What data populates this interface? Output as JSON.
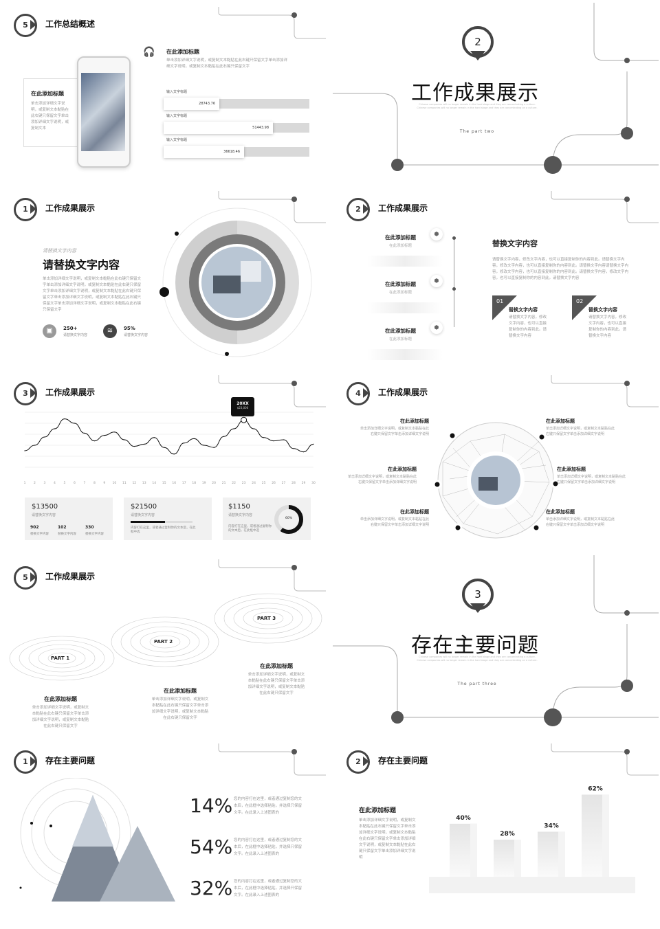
{
  "slide1": {
    "badge": "5",
    "title": "工作总结概述",
    "card_heading": "在此添加标题",
    "card_text": "单击添加详细文字说明，或复制文本黏贴在此右键只保留文字单击添加详细文字说明，或复制文本",
    "right_heading": "在此添加标题",
    "right_text": "单击添加详细文字说明，或复制文本黏贴在此右键只保留文字单击添加详细文字说明，或复制文本黏贴在此右键只保留文字",
    "bars": [
      {
        "label": "输入文字标题",
        "value": "28743.76",
        "fraction": 0.38
      },
      {
        "label": "输入文字标题",
        "value": "51443.98",
        "fraction": 0.75
      },
      {
        "label": "输入文字标题",
        "value": "36618.46",
        "fraction": 0.55
      }
    ]
  },
  "slide2": {
    "num": "2",
    "title": "工作成果展示",
    "sub": "Chinese companies will no longer remain in the hard stage and they are concentrating a culture. Chinese companies will no longer remain in the hard stage and they are concentrating on a culture.",
    "part": "The part two"
  },
  "slide3": {
    "badge": "1",
    "title": "工作成果展示",
    "italic": "请替换文字内容",
    "heading": "请替换文字内容",
    "text": "单击添加详细文字说明，或复制文本黏贴在此右键只保留文字单击添加详细文字说明，或复制文本黏贴在此右键只保留文字单击添加详细文字说明，或复制文本黏贴在此右键只保留文字单击添加详细文字说明，或复制文本黏贴在此右键只保留文字单击添加详细文字说明，或复制文本黏贴在此右键只保留文字",
    "stat1_value": "250+",
    "stat1_label": "请替换文字内容",
    "stat2_value": "95%",
    "stat2_label": "请替换文字内容"
  },
  "slide4": {
    "badge": "2",
    "title": "工作成果展示",
    "items": [
      {
        "heading": "在此添加标题",
        "sub": "在此添加标题"
      },
      {
        "heading": "在此添加标题",
        "sub": "在此添加标题"
      },
      {
        "heading": "在此添加标题",
        "sub": "在此添加标题"
      }
    ],
    "right_heading": "替换文字内容",
    "right_text": "请替换文字内容，修改文字内容，也可以直接复制你的内容到此。请替换文字内容，修改文字内容，也可以直接复制你的内容到此。请替换文字内容请替换文字内容，修改文字内容，也可以直接复制你的内容到此。请替换文字内容，修改文字内容，也可以直接复制你的内容到此。请替换文字内容",
    "boxes": [
      {
        "num": "01",
        "heading": "替换文字内容",
        "text": "请替换文字内容，修改文字内容，也可以直接复制你的内容到此。请替换文字内容"
      },
      {
        "num": "02",
        "heading": "替换文字内容",
        "text": "请替换文字内容，修改文字内容，也可以直接复制你的内容到此。请替换文字内容"
      }
    ]
  },
  "slide5": {
    "badge": "3",
    "title": "工作成果展示",
    "tooltip_title": "20XX",
    "tooltip_value": "$23,000",
    "xticks": [
      "1",
      "2",
      "3",
      "4",
      "5",
      "6",
      "7",
      "8",
      "9",
      "10",
      "11",
      "12",
      "13",
      "14",
      "15",
      "16",
      "17",
      "18",
      "19",
      "20",
      "21",
      "22",
      "23",
      "24",
      "25",
      "26",
      "27",
      "28",
      "29",
      "30"
    ],
    "cards": [
      {
        "value": "$13500",
        "label": "请替换文字内容",
        "stats": [
          {
            "v": "902",
            "l": "替换文字内容"
          },
          {
            "v": "102",
            "l": "替换文字内容"
          },
          {
            "v": "330",
            "l": "替换文字内容"
          }
        ]
      },
      {
        "value": "$21500",
        "label": "请替换文字内容",
        "progress": 0.55,
        "text": "内容打在这里，或者通过复制你的文本后，在此框中选"
      },
      {
        "value": "$1150",
        "label": "请替换文字内容",
        "text": "内容打在这里，或者通过复制你的文本后，在此框中选",
        "donut_label": "60%",
        "donut": 0.6
      }
    ]
  },
  "slide6": {
    "badge": "4",
    "title": "工作成果展示",
    "heading": "在此添加标题",
    "text": "单击添加详细文字说明，或复制文本黏贴在此右键只保留文字单击添加详细文字说明"
  },
  "slide7": {
    "badge": "5",
    "title": "工作成果展示",
    "parts": [
      "PART 1",
      "PART 2",
      "PART 3"
    ],
    "heading": "在此添加标题",
    "text": "单击添加详细文字说明，或复制文本黏贴在此右键只保留文字单击添加详细文字说明，或复制文本黏贴在此右键只保留文字"
  },
  "slide8": {
    "num": "3",
    "title": "存在主要问题",
    "sub": "Chinese companies will no longer remain in the hard stage and they are concentrating a culture. Chinese companies will no longer remain in the hard stage and they are concentrating on a culture.",
    "part": "The part three"
  },
  "slide9": {
    "badge": "1",
    "title": "存在主要问题",
    "rows": [
      {
        "pct": "14%",
        "text": "您的内容打在这里，或者通过复制您的文本后，在此框中选择粘贴，并选择只保留文字。在此录入上述图表的"
      },
      {
        "pct": "54%",
        "text": "您的内容打在这里，或者通过复制您的文本后，在此框中选择粘贴，并选择只保留文字。在此录入上述图表的"
      },
      {
        "pct": "32%",
        "text": "您的内容打在这里，或者通过复制您的文本后，在此框中选择粘贴，并选择只保留文字。在此录入上述图表的"
      }
    ]
  },
  "slide10": {
    "badge": "2",
    "title": "存在主要问题",
    "heading": "在此添加标题",
    "text": "单击添加详细文字说明，或复制文本黏贴在此右键只保留文字单击添加详细文字说明，或复制文本黏贴在此右键只保留文字单击添加详细文字说明，或复制文本黏贴在此右键只保留文字单击添加详细文字说明"
  },
  "chart_data": [
    {
      "type": "line",
      "x": [
        1,
        2,
        3,
        4,
        5,
        6,
        7,
        8,
        9,
        10,
        11,
        12,
        13,
        14,
        15,
        16,
        17,
        18,
        19,
        20,
        21,
        22,
        23,
        24,
        25,
        26,
        27,
        28,
        29,
        30
      ],
      "values": [
        30,
        40,
        55,
        70,
        88,
        80,
        62,
        48,
        58,
        64,
        50,
        38,
        42,
        54,
        36,
        24,
        44,
        52,
        40,
        36,
        56,
        70,
        86,
        70,
        54,
        48,
        50,
        34,
        28,
        42
      ],
      "annotation": {
        "x": 23,
        "title": "20XX",
        "value": "$23,000"
      },
      "grid": true
    },
    {
      "type": "bar",
      "categories": [
        "",
        "",
        "",
        ""
      ],
      "values": [
        40,
        28,
        34,
        62
      ],
      "value_labels": [
        "40%",
        "28%",
        "34%",
        "62%"
      ],
      "ylim": [
        0,
        70
      ]
    }
  ]
}
